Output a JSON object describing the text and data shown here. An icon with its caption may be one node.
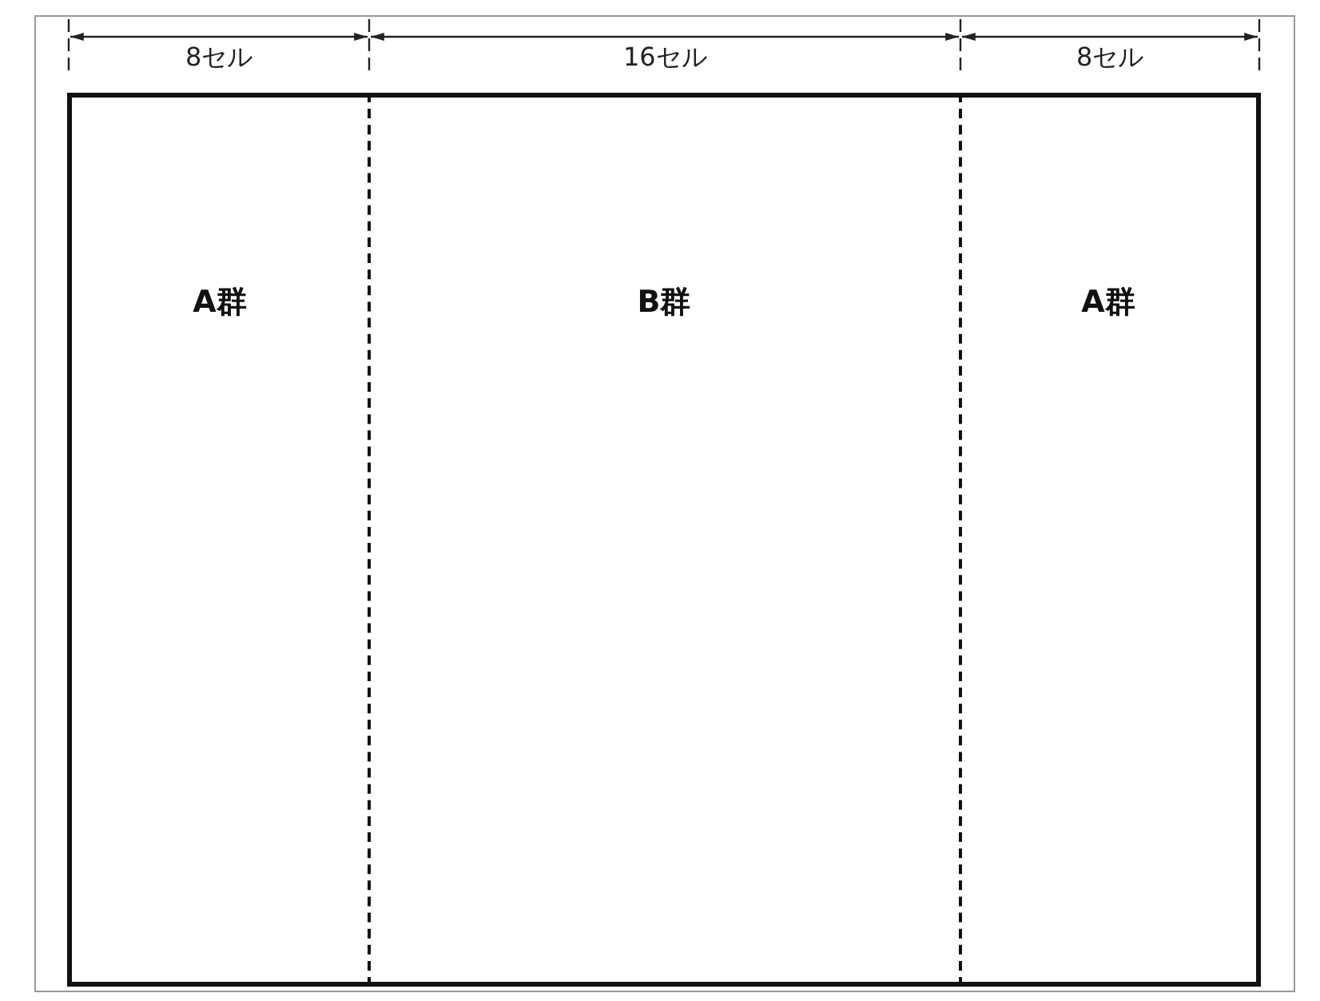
{
  "diagram": {
    "nodes": [
      {
        "text": [
          "A群"
        ]
      },
      {
        "text": [
          "B群"
        ]
      },
      {
        "text": [
          "A群"
        ]
      }
    ],
    "edges": [],
    "labels": [
      "8セル",
      "16セル",
      "8セル"
    ]
  }
}
